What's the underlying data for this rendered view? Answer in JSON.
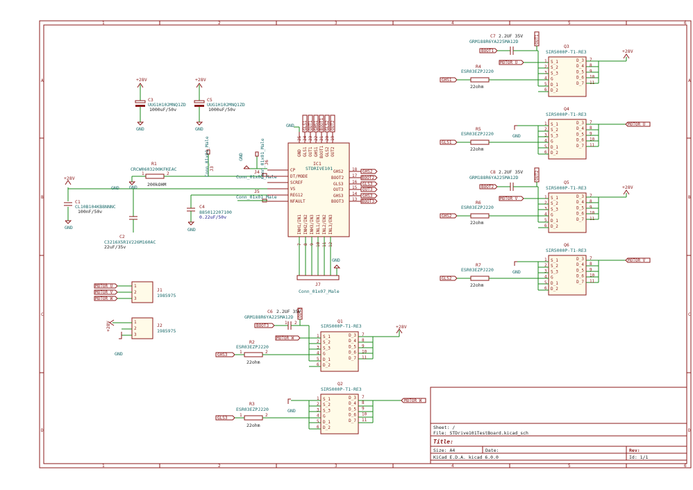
{
  "frame": {
    "columns": [
      "1",
      "2",
      "3",
      "4",
      "5",
      "6"
    ],
    "rows": [
      "A",
      "B",
      "C",
      "D"
    ]
  },
  "title_block": {
    "sheet": "Sheet: /",
    "file": "File: STDrive101TestBoard.kicad_sch",
    "title_label": "Title:",
    "size": "Size: A4",
    "date": "Date:",
    "rev": "Rev:",
    "tool": "KiCad E.D.A.  kicad 6.0.0",
    "id": "Id: 1/1"
  },
  "power": {
    "p28v": "+28V",
    "gnd": "GND"
  },
  "components": {
    "c3": {
      "ref": "C3",
      "value": "UUG1H102MNQ1ZD",
      "spec": "1000uF/50v"
    },
    "c5": {
      "ref": "C5",
      "value": "UUG1H102MNQ1ZD",
      "spec": "1000uF/50v"
    },
    "r1": {
      "ref": "R1",
      "value": "CRCW0603200KFKEAC",
      "spec": "200kOHM"
    },
    "c1": {
      "ref": "C1",
      "value": "CL10B104KB8NNNC",
      "spec": "100nF/50v"
    },
    "c2": {
      "ref": "C2",
      "value": "C3216X5R1V226M160AC",
      "spec": "22uF/35v"
    },
    "c4": {
      "ref": "C4",
      "value": "885012207100",
      "spec": "0.22uF/50v"
    },
    "j3": {
      "ref": "J3",
      "value": "Conn_01x01_Male"
    },
    "j6": {
      "ref": "J6",
      "value": "Conn_01x01_Male"
    },
    "j4": {
      "ref": "J4",
      "value": "Conn_01x01_Male"
    },
    "j5": {
      "ref": "J5",
      "value": "Conn_01x01_Male"
    },
    "j7": {
      "ref": "J7",
      "value": "Conn_01x07_Male"
    },
    "j1": {
      "ref": "J1",
      "value": "1985975"
    },
    "j2": {
      "ref": "J2",
      "value": "1985975"
    },
    "ic1": {
      "ref": "IC1",
      "value": "STDRIVE101",
      "left_pins": [
        "CP",
        "DT/MODE",
        "SCREF",
        "VS",
        "REG12",
        "NFAULT"
      ],
      "right_pins": [
        "GHS2",
        "BOOT2",
        "GLS3",
        "OUT3",
        "GHS3",
        "BOOT3"
      ],
      "right_nums": [
        "18",
        "17",
        "16",
        "15",
        "14",
        "13"
      ],
      "top_pins": [
        "GND",
        "GLS1",
        "OUT1",
        "GHS1",
        "BOOT1",
        "GLS2",
        "OUT2"
      ],
      "top_nums": [
        "25",
        "24",
        "23",
        "22",
        "21",
        "20",
        "19"
      ],
      "bottom_pins": [
        "INH1/IN1",
        "INH2/IN2",
        "INH3/IN3",
        "INL1/EN1",
        "INL2/EN2",
        "INL3/EN3"
      ],
      "bottom_nums": [
        "7",
        "8",
        "9",
        "10",
        "11",
        "12"
      ]
    },
    "q1": {
      "ref": "Q1",
      "value": "SIR5000P-T1-RE3"
    },
    "q2": {
      "ref": "Q2",
      "value": "SIR5000P-T1-RE3"
    },
    "q3": {
      "ref": "Q3",
      "value": "SIR5000P-T1-RE3"
    },
    "q4": {
      "ref": "Q4",
      "value": "SIR5000P-T1-RE3"
    },
    "q5": {
      "ref": "Q5",
      "value": "SIR5000P-T1-RE3"
    },
    "q6": {
      "ref": "Q6",
      "value": "SIR5000P-T1-RE3"
    },
    "r2": {
      "ref": "R2",
      "value": "ESR03EZPJ220",
      "spec": "22ohm"
    },
    "r3": {
      "ref": "R3",
      "value": "ESR03EZPJ220",
      "spec": "22ohm"
    },
    "r4": {
      "ref": "R4",
      "value": "ESR03EZPJ220",
      "spec": "22ohm"
    },
    "r5": {
      "ref": "R5",
      "value": "ESR03EZPJ220",
      "spec": "22ohm"
    },
    "r6": {
      "ref": "R6",
      "value": "ESR03EZPJ220",
      "spec": "22ohm"
    },
    "r7": {
      "ref": "R7",
      "value": "ESR03EZPJ220",
      "spec": "22ohm"
    },
    "c6": {
      "ref": "C6",
      "value": "GRM188R6YA225MA12D",
      "spec": "2.2UF 35V"
    },
    "c7": {
      "ref": "C7",
      "value": "GRM188R6YA225MA12D",
      "spec": "2.2UF 35V"
    },
    "c8": {
      "ref": "C8",
      "value": "GRM188R6YA225MA12D",
      "spec": "2.2UF 35V"
    }
  },
  "mosfet_pins": {
    "left": [
      "S_1",
      "S_2",
      "S_3",
      "G",
      "D_1",
      "D_2"
    ],
    "left_nums": [
      "1",
      "2",
      "3",
      "4",
      "5",
      "6"
    ],
    "right": [
      "D_3",
      "D_4",
      "D_5",
      "D_6",
      "D_7"
    ],
    "right_nums": [
      "7",
      "8",
      "9",
      "10",
      "11"
    ]
  },
  "nets": {
    "motor_u": "MOTOR_U",
    "motor_v": "MOTOR_V",
    "motor_w": "MOTOR_W",
    "ghs1": "GHS1",
    "ghs2": "GHS2",
    "ghs3": "GHS3",
    "gls1": "GLS1",
    "gls2": "GLS2",
    "gls3": "GLS3",
    "boot1": "BOOT1",
    "boot2": "BOOT2",
    "boot3": "BOOT3",
    "out1": "OUT1",
    "out2": "OUT2",
    "out3": "OUT3"
  },
  "pin_labels": {
    "p1": "1",
    "p2": "2",
    "p3": "3"
  }
}
